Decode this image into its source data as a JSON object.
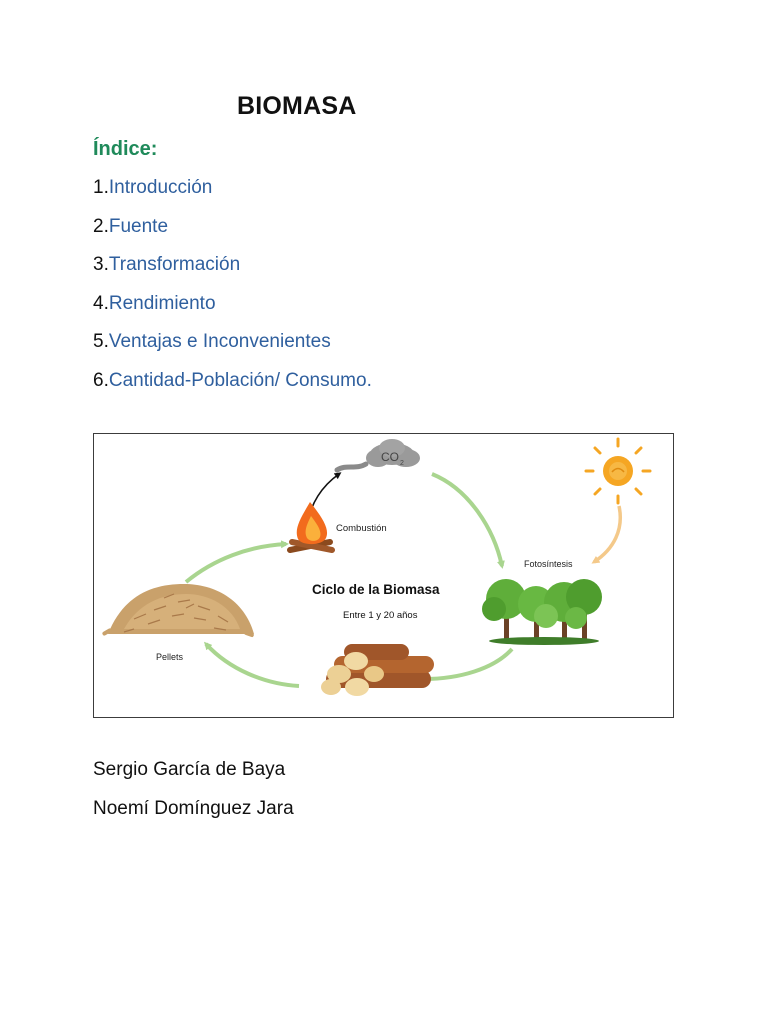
{
  "document": {
    "title": "BIOMASA",
    "index_heading": "Índice:",
    "index_heading_color": "#1f8a5a",
    "link_color": "#2f5f9e",
    "toc": [
      {
        "number": "1.",
        "label": "Introducción"
      },
      {
        "number": "2.",
        "label": "Fuente"
      },
      {
        "number": "3.",
        "label": "Transformación"
      },
      {
        "number": "4.",
        "label": "Rendimiento"
      },
      {
        "number": "5.",
        "label": "Ventajas e Inconvenientes"
      },
      {
        "number": "6.",
        "label": "Cantidad-Población/ Consumo."
      }
    ],
    "authors": [
      "Sergio García de Baya",
      "Noemí Domínguez Jara"
    ]
  },
  "figure": {
    "title": "Ciclo de la Biomasa",
    "subtitle": "Entre 1 y 20 años",
    "labels": {
      "co2_main": "CO",
      "co2_sub": "2",
      "combustion": "Combustión",
      "photosynthesis": "Fotosíntesis",
      "pellets": "Pellets"
    },
    "icons": [
      "co2-cloud-icon",
      "sun-icon",
      "campfire-icon",
      "trees-icon",
      "logs-icon",
      "pellets-icon"
    ],
    "arrow_color": "#a9d58f",
    "sun_arrow_color": "#f4c98a"
  }
}
